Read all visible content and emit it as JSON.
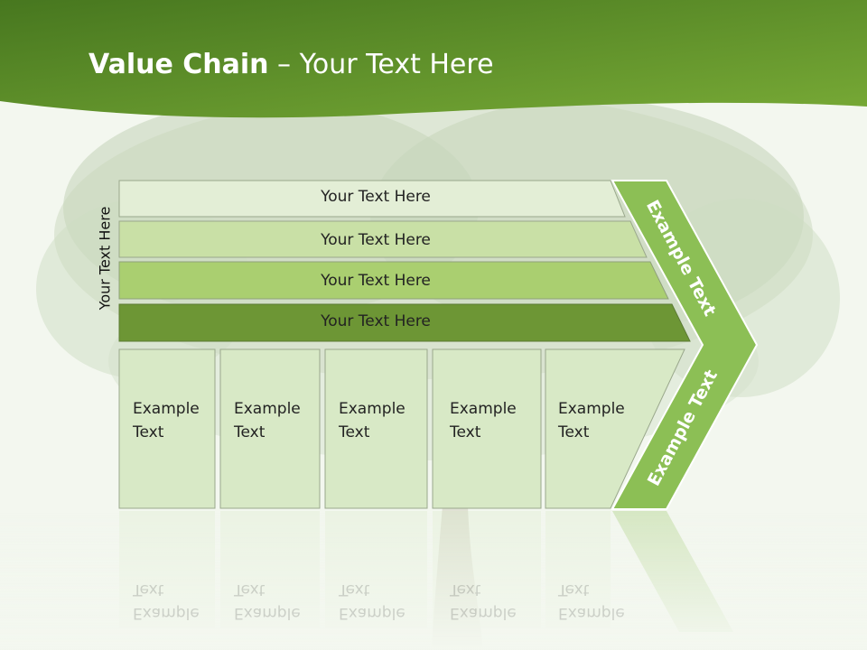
{
  "slide": {
    "title_bold": "Value Chain",
    "title_rest": " – Your Text Here"
  },
  "side_label": "Your Text Here",
  "rows": [
    {
      "label": "Your Text Here",
      "color": "#e3eed6"
    },
    {
      "label": "Your Text Here",
      "color": "#c9e0a6"
    },
    {
      "label": "Your Text Here",
      "color": "#aacf70"
    },
    {
      "label": "Your Text Here",
      "color": "#6d9635"
    }
  ],
  "chevron": {
    "top_label": "Example Text",
    "bottom_label": "Example Text",
    "color": "#8cbf55"
  },
  "cards": [
    {
      "line1": "Example",
      "line2": "Text"
    },
    {
      "line1": "Example",
      "line2": "Text"
    },
    {
      "line1": "Example",
      "line2": "Text"
    },
    {
      "line1": "Example",
      "line2": "Text"
    },
    {
      "line1": "Example",
      "line2": "Text"
    }
  ],
  "colors": {
    "header_dark": "#4a7a26",
    "header_light": "#76a834",
    "card_fill": "#d8e9c6"
  }
}
